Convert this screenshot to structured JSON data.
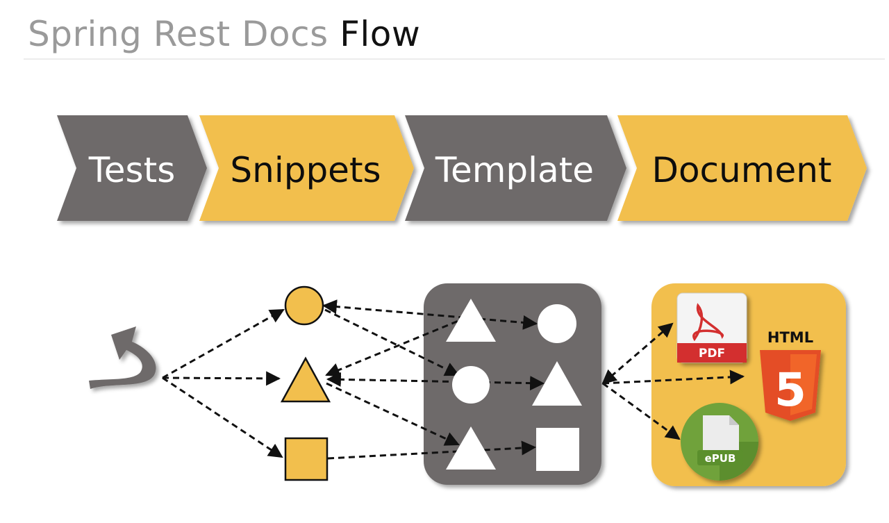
{
  "title": {
    "light": "Spring Rest Docs",
    "dark": "Flow"
  },
  "stages": [
    {
      "label": "Tests"
    },
    {
      "label": "Snippets"
    },
    {
      "label": "Template"
    },
    {
      "label": "Document"
    }
  ],
  "formats": {
    "pdf": "PDF",
    "html": "HTML",
    "html_number": "5",
    "epub": "ePUB"
  },
  "colors": {
    "gray": "#6e6b6b",
    "yellow": "#f2bf4d",
    "pdf_red": "#d32f2f",
    "html_orange": "#e44d26",
    "epub_green": "#6fa23a"
  }
}
